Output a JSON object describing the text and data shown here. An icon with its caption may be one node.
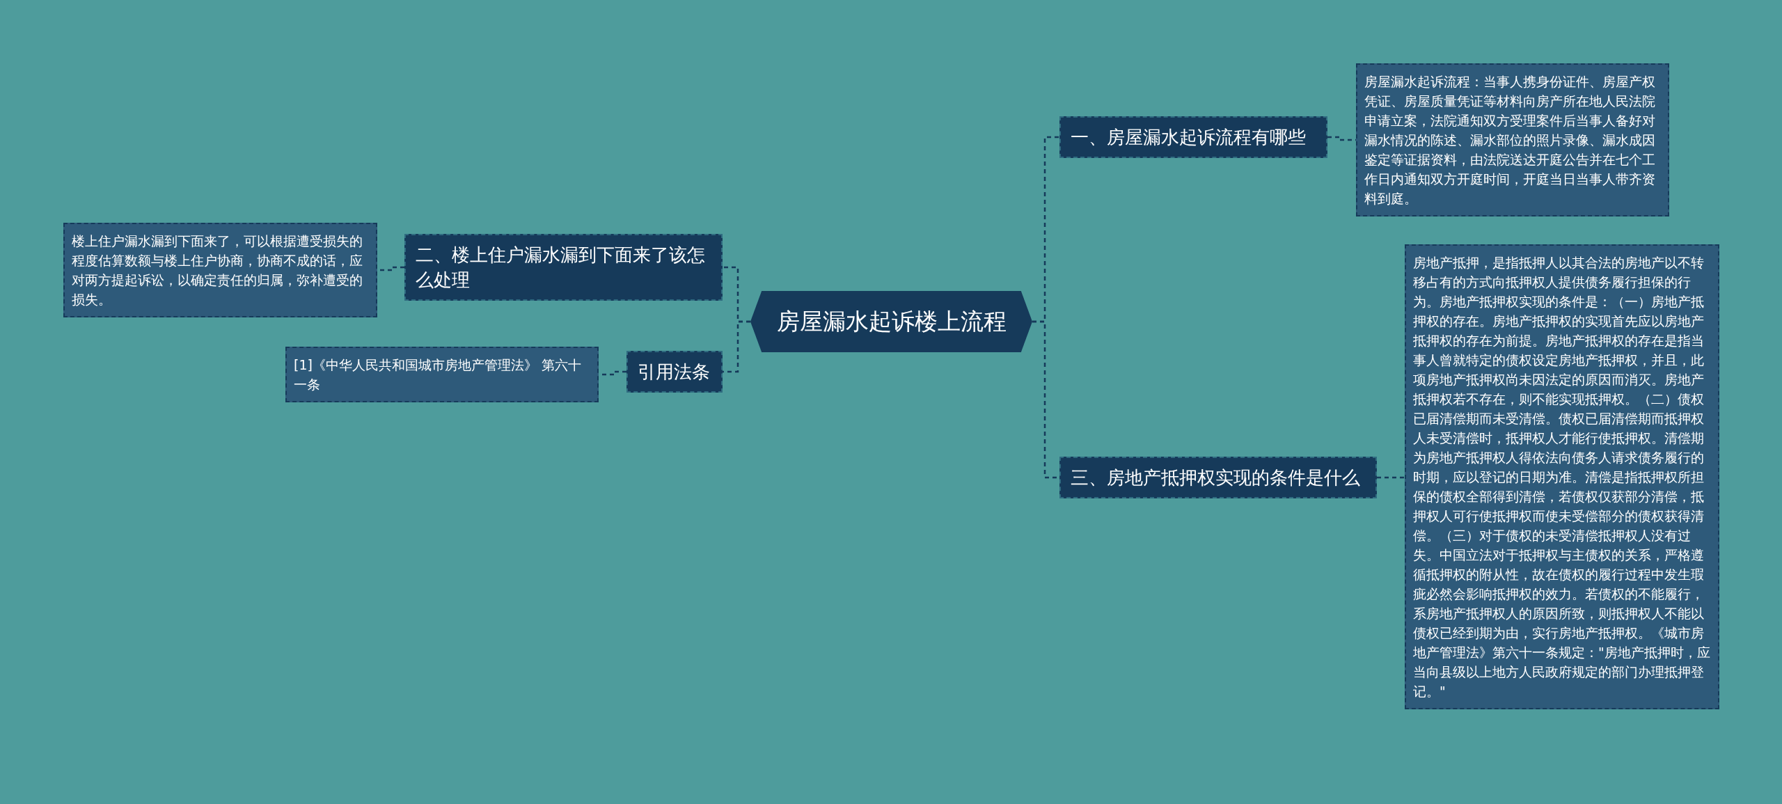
{
  "diagram": {
    "nodes": [
      {
        "text": [
          "房屋漏水起诉楼上流程"
        ]
      },
      {
        "text": [
          "一、房屋漏水起诉流程有哪些"
        ]
      },
      {
        "text": [
          "房屋漏水起诉流程：当事人携身份证件、房屋产权凭证、房屋质量凭证等材料向房产所在地人民法院申请立案，法院通知双方受理案件后当事人备好对漏水情况的陈述、漏水部位的照片录像、漏水成因鉴定等证据资料，由法院送达开庭公告并在七个工作日内通知双方开庭时间，开庭当日当事人带齐资料到庭。"
        ]
      },
      {
        "text": [
          "二、楼上住户漏水漏到下面来了该怎么处理"
        ]
      },
      {
        "text": [
          "楼上住户漏水漏到下面来了，可以根据遭受损失的程度估算数额与楼上住户协商，协商不成的话，应对两方提起诉讼，以确定责任的归属，弥补遭受的损失。"
        ]
      },
      {
        "text": [
          "引用法条"
        ]
      },
      {
        "text": [
          "[1]《中华人民共和国城市房地产管理法》 第六十一条"
        ]
      },
      {
        "text": [
          "三、房地产抵押权实现的条件是什么"
        ]
      },
      {
        "text": [
          "房地产抵押，是指抵押人以其合法的房地产以不转移占有的方式向抵押权人提供债务履行担保的行为。房地产抵押权实现的条件是：（一）房地产抵押权的存在。房地产抵押权的实现首先应以房地产抵押权的存在为前提。房地产抵押权的存在是指当事人曾就特定的债权设定房地产抵押权，并且，此项房地产抵押权尚未因法定的原因而消灭。房地产抵押权若不存在，则不能实现抵押权。（二）债权已届清偿期而未受清偿。债权已届清偿期而抵押权人未受清偿时，抵押权人才能行使抵押权。清偿期为房地产抵押权人得依法向债务人请求债务履行的时期，应以登记的日期为准。清偿是指抵押权所担保的债权全部得到清偿，若债权仅获部分清偿，抵押权人可行使抵押权而使未受偿部分的债权获得清偿。（三）对于债权的未受清偿抵押权人没有过失。中国立法对于抵押权与主债权的关系，严格遵循抵押权的附从性，故在债权的履行过程中发生瑕疵必然会影响抵押权的效力。若债权的不能履行，系房地产抵押权人的原因所致，则抵押权人不能以债权已经到期为由，实行房地产抵押权。《城市房地产管理法》第六十一条规定：\"房地产抵押时，应当向县级以上地方人民政府规定的部门办理抵押登记。\""
        ]
      }
    ],
    "edges": [
      {
        "from": 0,
        "to": 1,
        "arrow": "none",
        "style": "dashed"
      },
      {
        "from": 1,
        "to": 2,
        "arrow": "none",
        "style": "dashed"
      },
      {
        "from": 0,
        "to": 3,
        "arrow": "none",
        "style": "dashed"
      },
      {
        "from": 3,
        "to": 4,
        "arrow": "none",
        "style": "dashed"
      },
      {
        "from": 0,
        "to": 5,
        "arrow": "none",
        "style": "dashed"
      },
      {
        "from": 5,
        "to": 6,
        "arrow": "none",
        "style": "dashed"
      },
      {
        "from": 0,
        "to": 7,
        "arrow": "none",
        "style": "dashed"
      },
      {
        "from": 7,
        "to": 8,
        "arrow": "none",
        "style": "dashed"
      }
    ]
  }
}
